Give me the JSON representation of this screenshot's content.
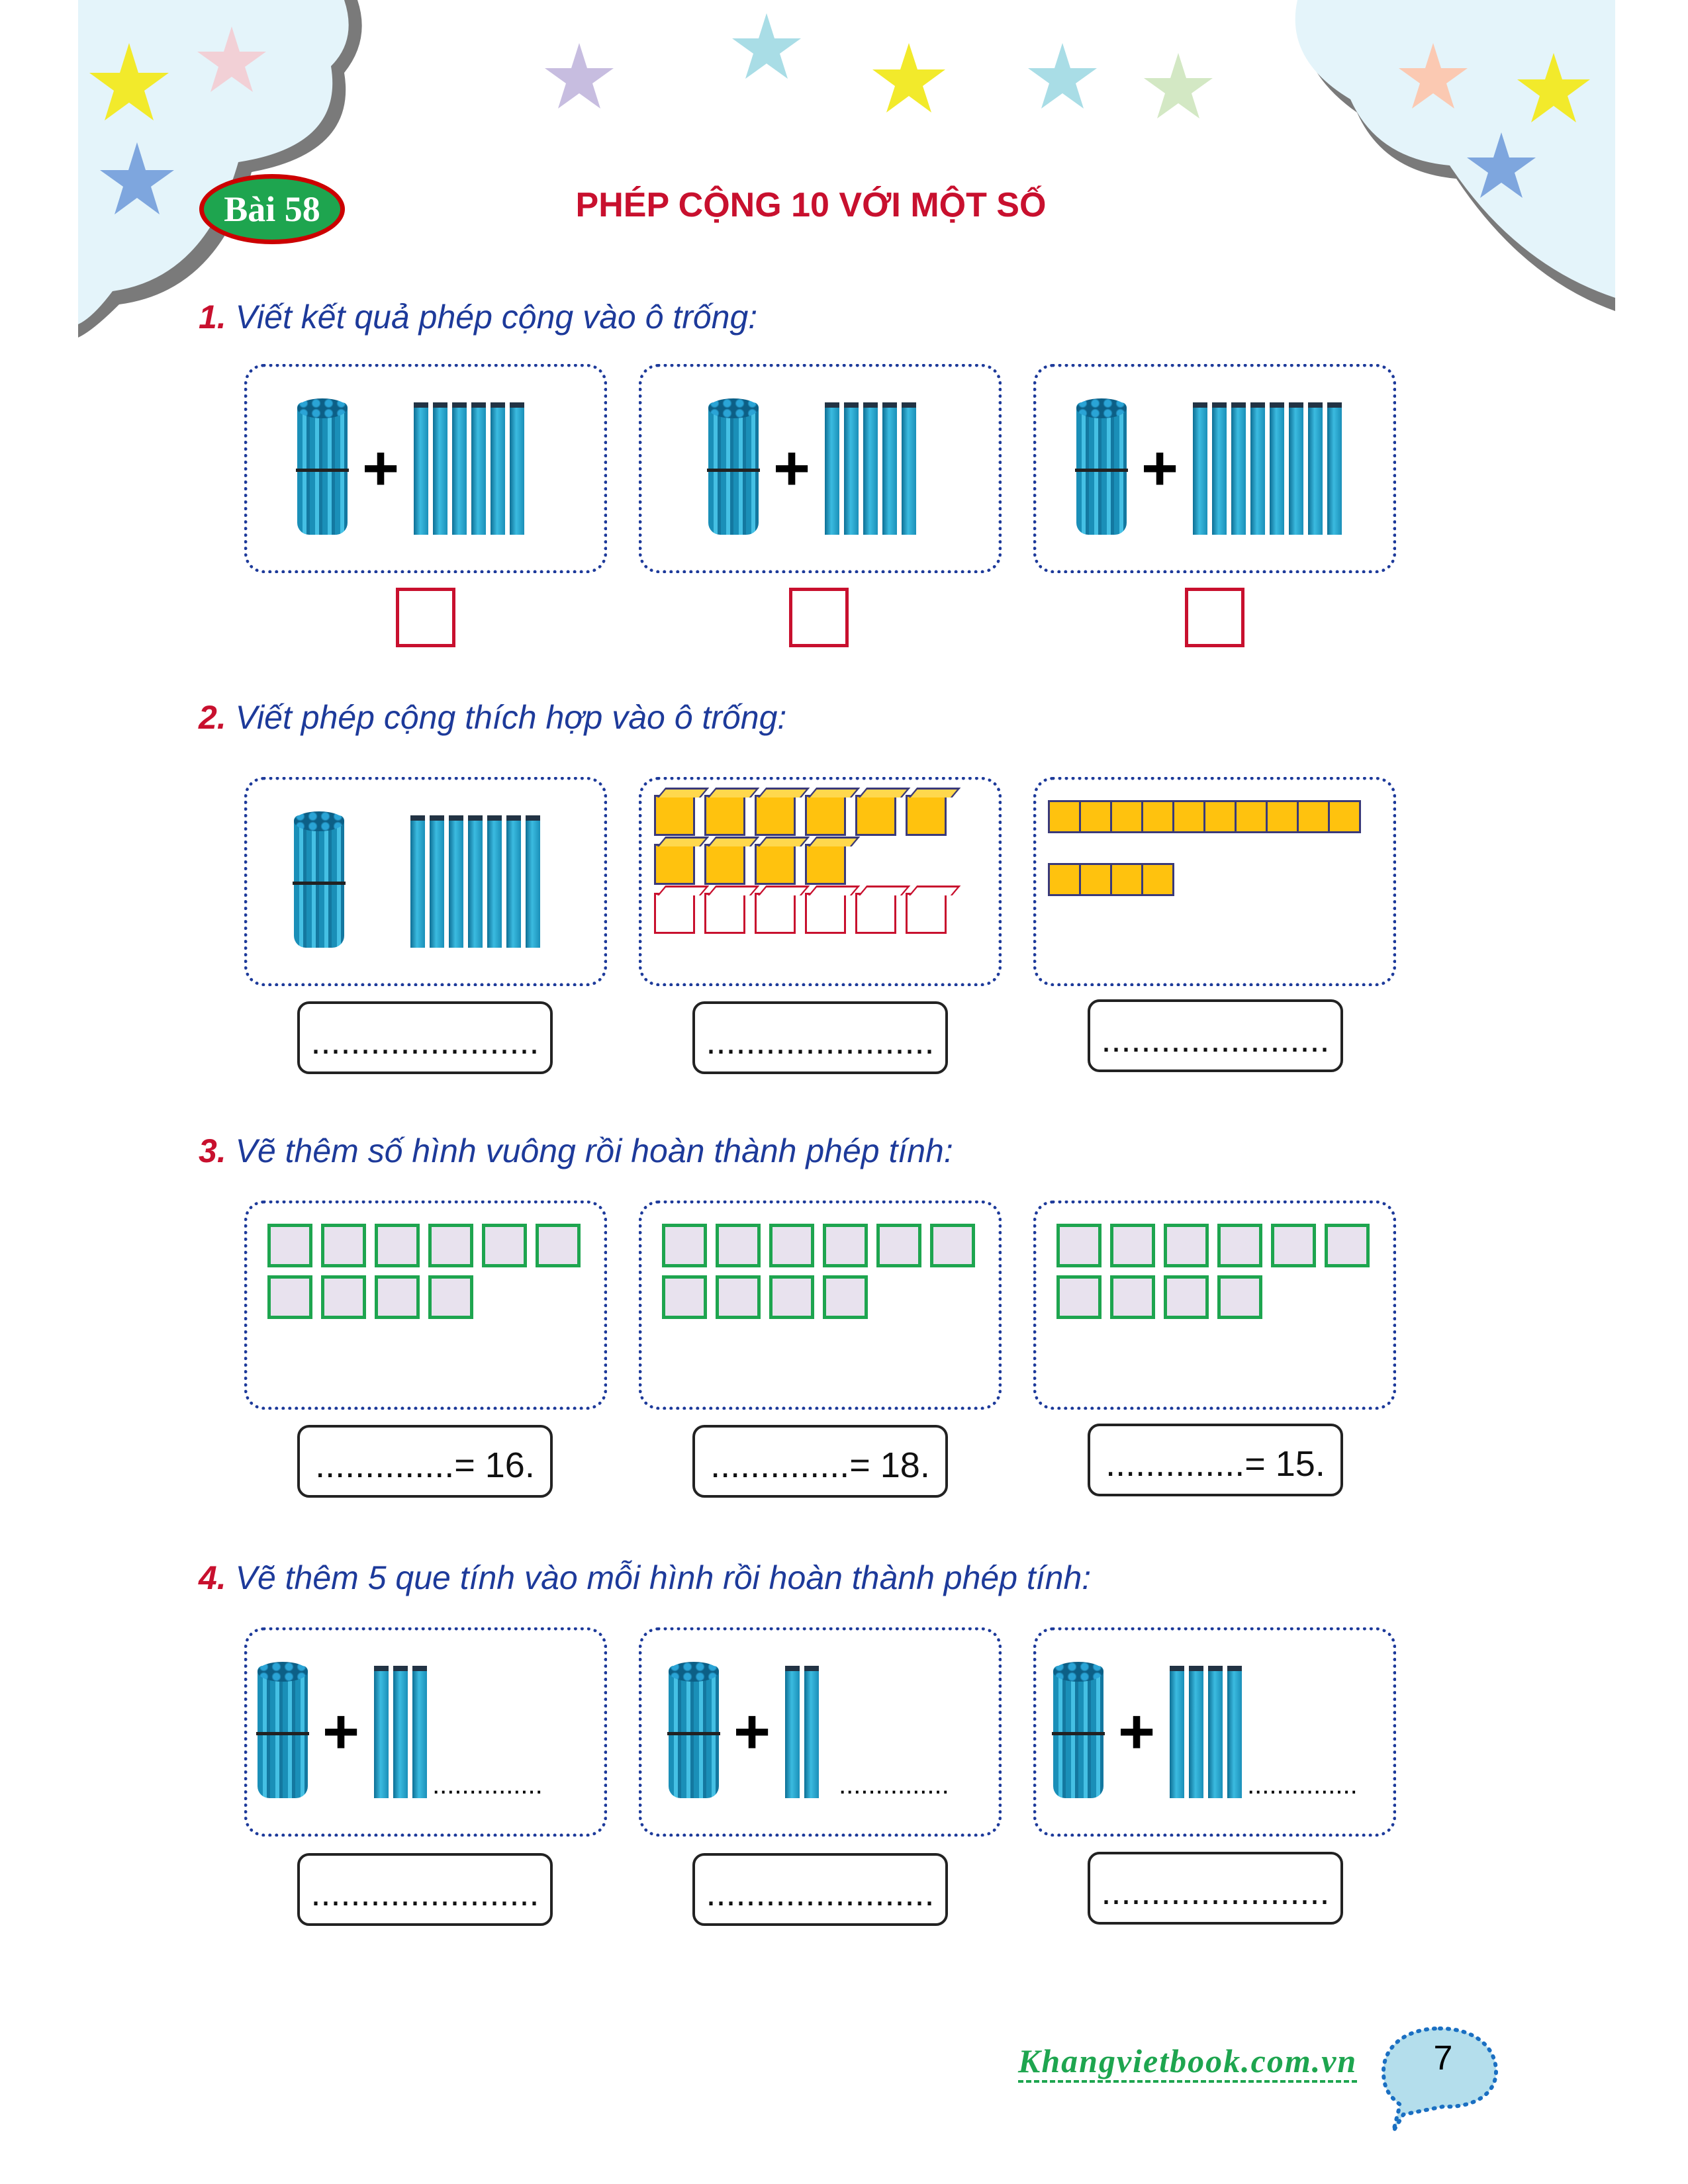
{
  "lesson": {
    "badge": "Bài 58",
    "title": "PHÉP CỘNG 10 VỚI MỘT SỐ"
  },
  "sections": [
    {
      "num": "1.",
      "text": "Viết kết quả phép cộng vào ô trống:",
      "sticks": [
        6,
        5,
        8
      ]
    },
    {
      "num": "2.",
      "text": "Viết phép cộng thích hợp vào ô trống:",
      "answers": [
        ".......................",
        ".......................",
        "......................."
      ],
      "sticks": 7,
      "cubes": {
        "yellow": 10,
        "red_outline": 6
      },
      "rod": {
        "tens": 10,
        "ones": 4
      }
    },
    {
      "num": "3.",
      "text": "Vẽ thêm số hình vuông rồi hoàn thành phép tính:",
      "squares": [
        10,
        10,
        10
      ],
      "answers": [
        "..............= 16.",
        "..............= 18.",
        "..............= 15."
      ]
    },
    {
      "num": "4.",
      "text": "Vẽ thêm 5 que tính vào mỗi hình rồi hoàn thành phép tính:",
      "sticks": [
        3,
        2,
        4
      ],
      "blanks": [
        "...............",
        "...............",
        "..............."
      ],
      "answers": [
        ".......................",
        ".......................",
        "......................."
      ]
    }
  ],
  "footer": {
    "site": "Khangvietbook.com.vn",
    "page": "7"
  },
  "colors": {
    "title": "#c8102e",
    "instruction": "#1d3a9a",
    "badge": "#1ea54f"
  }
}
